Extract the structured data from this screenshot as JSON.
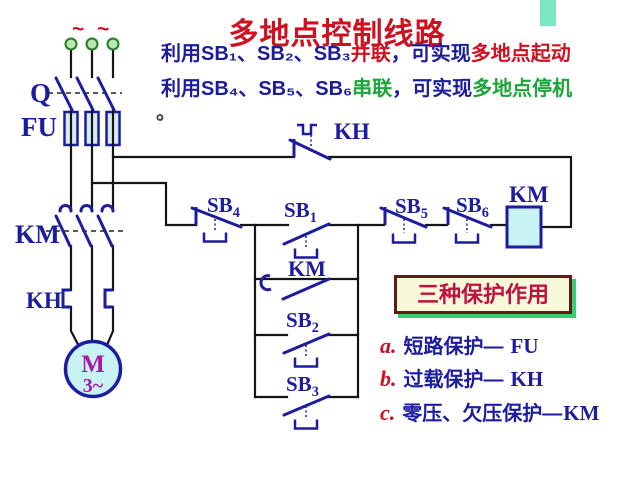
{
  "title": "多地点控制线路",
  "intro": {
    "line1": [
      "利用",
      "SB₁、SB₂、SB₃",
      "并联",
      "，可实现",
      "多地点起动"
    ],
    "line2": [
      "利用",
      "SB₄、SB₅、SB₆",
      "串联",
      "，可实现",
      "多地点停机"
    ],
    "period": "。"
  },
  "circuit": {
    "phase_marks": {
      "m1": "~",
      "m2": "~"
    },
    "labels": {
      "q": "Q",
      "fu": "FU",
      "km_main": "KM",
      "kh_main": "KH",
      "motor_letter": "M",
      "motor_phase": "3~",
      "kh_ctrl": "KH",
      "km_aux": "KM",
      "km_coil": "KM",
      "sb1": {
        "base": "SB",
        "sub": "1"
      },
      "sb2": {
        "base": "SB",
        "sub": "2"
      },
      "sb3": {
        "base": "SB",
        "sub": "3"
      },
      "sb4": {
        "base": "SB",
        "sub": "4"
      },
      "sb5": {
        "base": "SB",
        "sub": "5"
      },
      "sb6": {
        "base": "SB",
        "sub": "6"
      }
    }
  },
  "protection": {
    "box_title": "三种保护作用",
    "items": [
      {
        "marker": "a.",
        "text": "短路保护—",
        "device": "FU"
      },
      {
        "marker": "b.",
        "text": "过载保护—",
        "device": "KH"
      },
      {
        "marker": "c.",
        "text": "零压、欠压保护—",
        "device": "KM"
      }
    ]
  },
  "colors": {
    "wire": "#151515",
    "symbol_blue": "#1c1c9e",
    "accent_red": "#cf1020",
    "accent_green": "#1da43a",
    "magenta": "#a718a7",
    "fuse_fill": "#d6edf6",
    "motor_fill": "#c9f2f4",
    "terminal_fill": "#b9e7b0",
    "box_fill": "#f7f9da",
    "box_shadow": "#36cd72",
    "teal_bar": "#7ae7c0"
  }
}
